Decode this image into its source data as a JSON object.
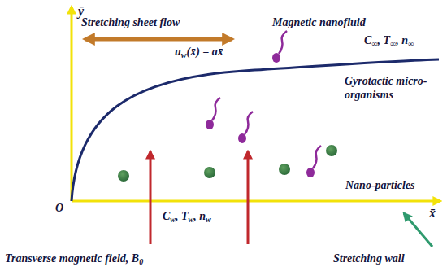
{
  "diagram": {
    "labels": [
      "ȳ",
      "Stretching sheet flow",
      "Magnetic nanofluid",
      "u",
      "w",
      "(x̄) = ax̄",
      "C",
      "∞",
      ", T",
      "∞",
      ", n",
      "∞",
      "Gyrotactic micro-organisms",
      "Nano-particles",
      "O",
      "x̄",
      "C",
      "w",
      ", T",
      "w",
      ", n",
      "w",
      "Transverse magnetic field, B",
      "0",
      "Stretching wall"
    ]
  }
}
